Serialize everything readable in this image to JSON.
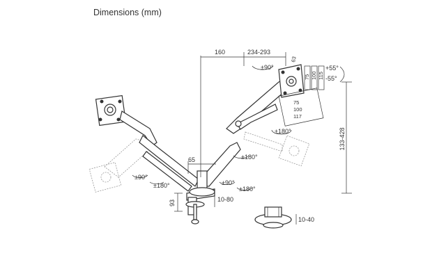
{
  "header": {
    "title": "Dimensions (mm)"
  },
  "dimensions": {
    "arm_offset": "160",
    "arm_reach": "234-293",
    "pole_width": "65",
    "pole_height": "133-428",
    "clamp_height": "93",
    "clamp_range": "10-80",
    "grommet_range": "10-40",
    "vesa_h1": "75",
    "vesa_h2": "100",
    "vesa_h3": "117",
    "vesa_v1": "75",
    "vesa_v2": "100",
    "vesa_v3": "115",
    "plate_size": "63"
  },
  "rotations": {
    "tilt_up": "+55°",
    "tilt_down": "-55°",
    "swivel_top": "±90°",
    "swivel_head": "±180°",
    "swivel_mid": "±180°",
    "ghost_swivel": "±90°",
    "ghost_rotate": "±180°",
    "base_swivel": "±90°",
    "base_rotate": "±180°"
  }
}
